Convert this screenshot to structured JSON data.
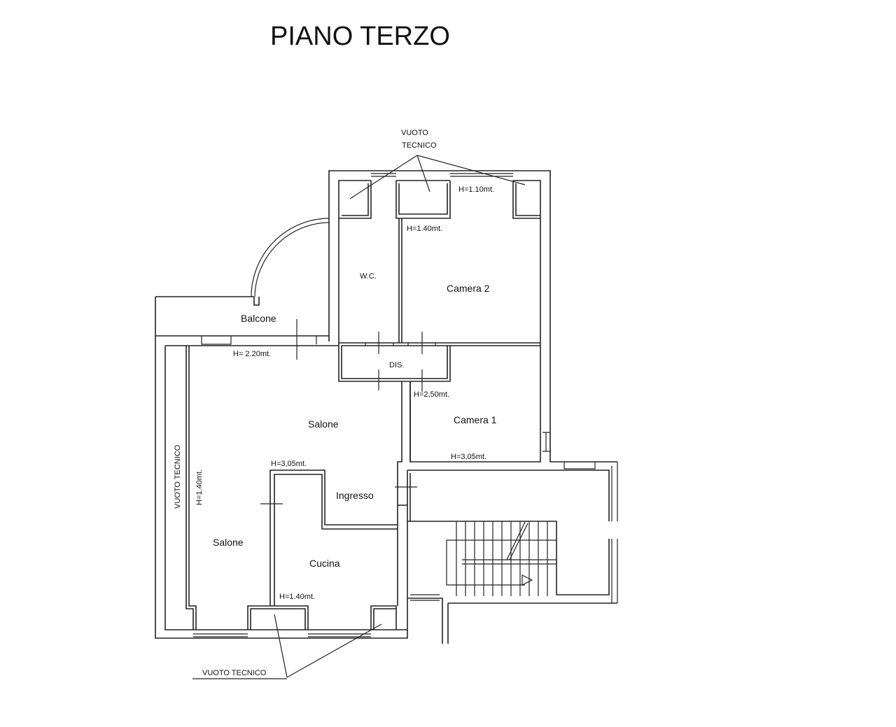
{
  "title": "PIANO TERZO",
  "rooms": {
    "wc": "W.C.",
    "camera2": "Camera 2",
    "balcone": "Balcone",
    "dis": "DIS.",
    "salone_top": "Salone",
    "camera1": "Camera 1",
    "ingresso": "Ingresso",
    "salone_left": "Salone",
    "cucina": "Cucina"
  },
  "heights": {
    "vuoto_top": "H=1.10mt.",
    "camera2": "H=1.40mt.",
    "balcone": "H= 2.20mt.",
    "camera1_top": "H=2,50mt.",
    "camera1_bottom": "H=3,05mt.",
    "cucina_top": "H=3,05mt.",
    "salone_left": "H=1.40mt.",
    "cucina_bottom": "H=1.40mt."
  },
  "labels": {
    "vuoto_top_line1": "VUOTO",
    "vuoto_top_line2": "TECNICO",
    "vuoto_left": "VUOTO TECNICO",
    "vuoto_bottom": "VUOTO TECNICO"
  }
}
